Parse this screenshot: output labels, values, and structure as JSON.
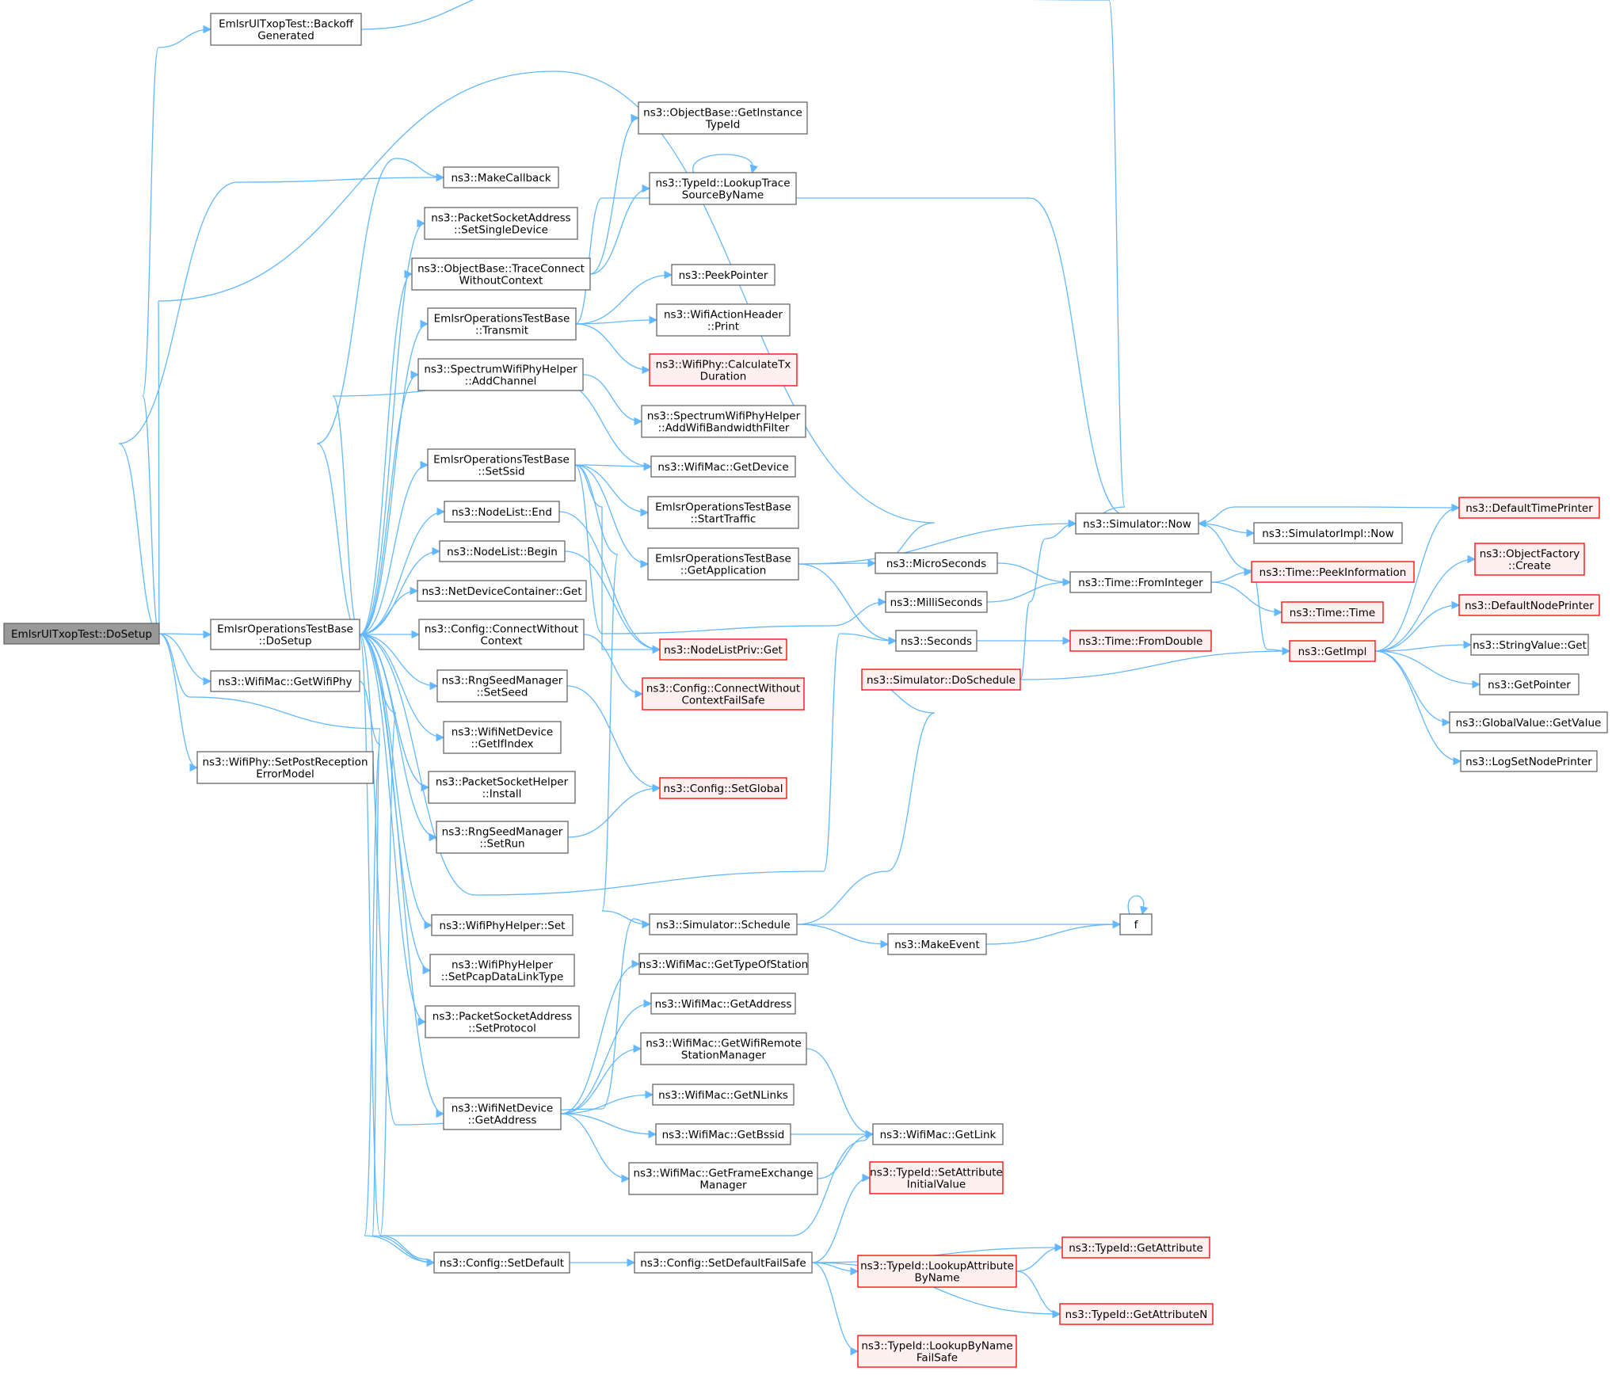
{
  "colors": {
    "edge": "#63b8ff",
    "node_border": "#666666",
    "node_fill": "#ffffff",
    "root_fill": "#999999",
    "root_border": "#666666",
    "truncated_border": "#ff0000",
    "truncated_fill": "#fff0f0"
  },
  "nodes": [
    {
      "id": "root",
      "lines": [
        "EmlsrUlTxopTest::DoSetup"
      ],
      "style": "root"
    },
    {
      "id": "backoff",
      "lines": [
        "EmlsrUlTxopTest::Backoff",
        "Generated"
      ],
      "style": "normal"
    },
    {
      "id": "base_dosetup",
      "lines": [
        "EmlsrOperationsTestBase",
        "::DoSetup"
      ],
      "style": "normal"
    },
    {
      "id": "getwifiphy",
      "lines": [
        "ns3::WifiMac::GetWifiPhy"
      ],
      "style": "normal"
    },
    {
      "id": "setpostrecep",
      "lines": [
        "ns3::WifiPhy::SetPostReception",
        "ErrorModel"
      ],
      "style": "normal"
    },
    {
      "id": "makecallback",
      "lines": [
        "ns3::MakeCallback"
      ],
      "style": "normal"
    },
    {
      "id": "pktsock_single",
      "lines": [
        "ns3::PacketSocketAddress",
        "::SetSingleDevice"
      ],
      "style": "normal"
    },
    {
      "id": "traceconnect",
      "lines": [
        "ns3::ObjectBase::TraceConnect",
        "WithoutContext"
      ],
      "style": "normal"
    },
    {
      "id": "transmit",
      "lines": [
        "EmlsrOperationsTestBase",
        "::Transmit"
      ],
      "style": "normal"
    },
    {
      "id": "addchannel",
      "lines": [
        "ns3::SpectrumWifiPhyHelper",
        "::AddChannel"
      ],
      "style": "normal"
    },
    {
      "id": "setssid",
      "lines": [
        "EmlsrOperationsTestBase",
        "::SetSsid"
      ],
      "style": "normal"
    },
    {
      "id": "nodelist_end",
      "lines": [
        "ns3::NodeList::End"
      ],
      "style": "normal"
    },
    {
      "id": "nodelist_begin",
      "lines": [
        "ns3::NodeList::Begin"
      ],
      "style": "normal"
    },
    {
      "id": "ndc_get",
      "lines": [
        "ns3::NetDeviceContainer::Get"
      ],
      "style": "normal"
    },
    {
      "id": "config_connect",
      "lines": [
        "ns3::Config::ConnectWithout",
        "Context"
      ],
      "style": "normal"
    },
    {
      "id": "rng_setseed",
      "lines": [
        "ns3::RngSeedManager",
        "::SetSeed"
      ],
      "style": "normal"
    },
    {
      "id": "wnd_getifindex",
      "lines": [
        "ns3::WifiNetDevice",
        "::GetIfIndex"
      ],
      "style": "normal"
    },
    {
      "id": "pktsock_install",
      "lines": [
        "ns3::PacketSocketHelper",
        "::Install"
      ],
      "style": "normal"
    },
    {
      "id": "rng_setrun",
      "lines": [
        "ns3::RngSeedManager",
        "::SetRun"
      ],
      "style": "normal"
    },
    {
      "id": "wifiphyhelper_set",
      "lines": [
        "ns3::WifiPhyHelper::Set"
      ],
      "style": "normal"
    },
    {
      "id": "setpcap",
      "lines": [
        "ns3::WifiPhyHelper",
        "::SetPcapDataLinkType"
      ],
      "style": "normal"
    },
    {
      "id": "pktsock_proto",
      "lines": [
        "ns3::PacketSocketAddress",
        "::SetProtocol"
      ],
      "style": "normal"
    },
    {
      "id": "wnd_getaddress",
      "lines": [
        "ns3::WifiNetDevice",
        "::GetAddress"
      ],
      "style": "normal"
    },
    {
      "id": "config_setdefault",
      "lines": [
        "ns3::Config::SetDefault"
      ],
      "style": "normal"
    },
    {
      "id": "getinstancetypeid",
      "lines": [
        "ns3::ObjectBase::GetInstance",
        "TypeId"
      ],
      "style": "normal"
    },
    {
      "id": "lookuptrace",
      "lines": [
        "ns3::TypeId::LookupTrace",
        "SourceByName"
      ],
      "style": "normal"
    },
    {
      "id": "peekpointer",
      "lines": [
        "ns3::PeekPointer"
      ],
      "style": "normal"
    },
    {
      "id": "actionheader_print",
      "lines": [
        "ns3::WifiActionHeader",
        "::Print"
      ],
      "style": "normal"
    },
    {
      "id": "calctxduration",
      "lines": [
        "ns3::WifiPhy::CalculateTx",
        "Duration"
      ],
      "style": "truncated"
    },
    {
      "id": "addbwfilter",
      "lines": [
        "ns3::SpectrumWifiPhyHelper",
        "::AddWifiBandwidthFilter"
      ],
      "style": "normal"
    },
    {
      "id": "mac_getdevice",
      "lines": [
        "ns3::WifiMac::GetDevice"
      ],
      "style": "normal"
    },
    {
      "id": "starttraffic",
      "lines": [
        "EmlsrOperationsTestBase",
        "::StartTraffic"
      ],
      "style": "normal"
    },
    {
      "id": "getapplication",
      "lines": [
        "EmlsrOperationsTestBase",
        "::GetApplication"
      ],
      "style": "normal"
    },
    {
      "id": "nodelistpriv_get",
      "lines": [
        "ns3::NodeListPriv::Get"
      ],
      "style": "truncated"
    },
    {
      "id": "connectfailsafe",
      "lines": [
        "ns3::Config::ConnectWithout",
        "ContextFailSafe"
      ],
      "style": "truncated"
    },
    {
      "id": "setglobal",
      "lines": [
        "ns3::Config::SetGlobal"
      ],
      "style": "truncated"
    },
    {
      "id": "schedule",
      "lines": [
        "ns3::Simulator::Schedule"
      ],
      "style": "normal"
    },
    {
      "id": "gettypeofstation",
      "lines": [
        "ns3::WifiMac::GetTypeOfStation"
      ],
      "style": "normal"
    },
    {
      "id": "mac_getaddress",
      "lines": [
        "ns3::WifiMac::GetAddress"
      ],
      "style": "normal"
    },
    {
      "id": "getremotemgr",
      "lines": [
        "ns3::WifiMac::GetWifiRemote",
        "StationManager"
      ],
      "style": "normal"
    },
    {
      "id": "getnlinks",
      "lines": [
        "ns3::WifiMac::GetNLinks"
      ],
      "style": "normal"
    },
    {
      "id": "getbssid",
      "lines": [
        "ns3::WifiMac::GetBssid"
      ],
      "style": "normal"
    },
    {
      "id": "getfem",
      "lines": [
        "ns3::WifiMac::GetFrameExchange",
        "Manager"
      ],
      "style": "normal"
    },
    {
      "id": "setdefaultfailsafe",
      "lines": [
        "ns3::Config::SetDefaultFailSafe"
      ],
      "style": "normal"
    },
    {
      "id": "sim_now",
      "lines": [
        "ns3::Simulator::Now"
      ],
      "style": "normal"
    },
    {
      "id": "microseconds",
      "lines": [
        "ns3::MicroSeconds"
      ],
      "style": "normal"
    },
    {
      "id": "milliseconds",
      "lines": [
        "ns3::MilliSeconds"
      ],
      "style": "normal"
    },
    {
      "id": "seconds",
      "lines": [
        "ns3::Seconds"
      ],
      "style": "normal"
    },
    {
      "id": "doschedule",
      "lines": [
        "ns3::Simulator::DoSchedule"
      ],
      "style": "truncated"
    },
    {
      "id": "f",
      "lines": [
        "f"
      ],
      "style": "normal"
    },
    {
      "id": "makeevent",
      "lines": [
        "ns3::MakeEvent"
      ],
      "style": "normal"
    },
    {
      "id": "getlink",
      "lines": [
        "ns3::WifiMac::GetLink"
      ],
      "style": "normal"
    },
    {
      "id": "setattrinit",
      "lines": [
        "ns3::TypeId::SetAttribute",
        "InitialValue"
      ],
      "style": "truncated"
    },
    {
      "id": "lookupattr",
      "lines": [
        "ns3::TypeId::LookupAttribute",
        "ByName"
      ],
      "style": "truncated"
    },
    {
      "id": "lookupbyname",
      "lines": [
        "ns3::TypeId::LookupByName",
        "FailSafe"
      ],
      "style": "truncated"
    },
    {
      "id": "getattribute",
      "lines": [
        "ns3::TypeId::GetAttribute"
      ],
      "style": "truncated"
    },
    {
      "id": "getattributen",
      "lines": [
        "ns3::TypeId::GetAttributeN"
      ],
      "style": "truncated"
    },
    {
      "id": "simimpl_now",
      "lines": [
        "ns3::SimulatorImpl::Now"
      ],
      "style": "normal"
    },
    {
      "id": "fromint",
      "lines": [
        "ns3::Time::FromInteger"
      ],
      "style": "normal"
    },
    {
      "id": "fromdouble",
      "lines": [
        "ns3::Time::FromDouble"
      ],
      "style": "truncated"
    },
    {
      "id": "getimpl",
      "lines": [
        "ns3::GetImpl"
      ],
      "style": "truncated"
    },
    {
      "id": "peekinfo",
      "lines": [
        "ns3::Time::PeekInformation"
      ],
      "style": "truncated"
    },
    {
      "id": "time_time",
      "lines": [
        "ns3::Time::Time"
      ],
      "style": "truncated"
    },
    {
      "id": "deftimeprinter",
      "lines": [
        "ns3::DefaultTimePrinter"
      ],
      "style": "truncated"
    },
    {
      "id": "objfactory_create",
      "lines": [
        "ns3::ObjectFactory",
        "::Create"
      ],
      "style": "truncated"
    },
    {
      "id": "defnodeprinter",
      "lines": [
        "ns3::DefaultNodePrinter"
      ],
      "style": "truncated"
    },
    {
      "id": "stringvalue_get",
      "lines": [
        "ns3::StringValue::Get"
      ],
      "style": "normal"
    },
    {
      "id": "getpointer",
      "lines": [
        "ns3::GetPointer"
      ],
      "style": "normal"
    },
    {
      "id": "globalvalue_get",
      "lines": [
        "ns3::GlobalValue::GetValue"
      ],
      "style": "normal"
    },
    {
      "id": "logsetnodeprinter",
      "lines": [
        "ns3::LogSetNodePrinter"
      ],
      "style": "normal"
    }
  ],
  "edges": [
    [
      "root",
      "backoff"
    ],
    [
      "root",
      "makecallback"
    ],
    [
      "root",
      "microseconds"
    ],
    [
      "root",
      "base_dosetup"
    ],
    [
      "root",
      "getwifiphy"
    ],
    [
      "root",
      "setpostrecep"
    ],
    [
      "root",
      "config_setdefault"
    ],
    [
      "backoff",
      "sim_now"
    ],
    [
      "base_dosetup",
      "makecallback"
    ],
    [
      "base_dosetup",
      "pktsock_single"
    ],
    [
      "base_dosetup",
      "traceconnect"
    ],
    [
      "base_dosetup",
      "transmit"
    ],
    [
      "base_dosetup",
      "addchannel"
    ],
    [
      "base_dosetup",
      "mac_getdevice"
    ],
    [
      "base_dosetup",
      "setssid"
    ],
    [
      "base_dosetup",
      "nodelist_end"
    ],
    [
      "base_dosetup",
      "nodelist_begin"
    ],
    [
      "base_dosetup",
      "ndc_get"
    ],
    [
      "base_dosetup",
      "config_connect"
    ],
    [
      "base_dosetup",
      "rng_setseed"
    ],
    [
      "base_dosetup",
      "wnd_getifindex"
    ],
    [
      "base_dosetup",
      "pktsock_install"
    ],
    [
      "base_dosetup",
      "rng_setrun"
    ],
    [
      "base_dosetup",
      "seconds"
    ],
    [
      "base_dosetup",
      "wifiphyhelper_set"
    ],
    [
      "base_dosetup",
      "setpcap"
    ],
    [
      "base_dosetup",
      "pktsock_proto"
    ],
    [
      "base_dosetup",
      "schedule"
    ],
    [
      "base_dosetup",
      "wnd_getaddress"
    ],
    [
      "base_dosetup",
      "getlink"
    ],
    [
      "base_dosetup",
      "config_setdefault"
    ],
    [
      "getwifiphy",
      "config_setdefault"
    ],
    [
      "traceconnect",
      "getinstancetypeid"
    ],
    [
      "traceconnect",
      "lookuptrace"
    ],
    [
      "lookuptrace",
      "lookuptrace"
    ],
    [
      "transmit",
      "sim_now"
    ],
    [
      "transmit",
      "peekpointer"
    ],
    [
      "transmit",
      "actionheader_print"
    ],
    [
      "transmit",
      "calctxduration"
    ],
    [
      "addchannel",
      "addbwfilter"
    ],
    [
      "setssid",
      "mac_getdevice"
    ],
    [
      "setssid",
      "starttraffic"
    ],
    [
      "setssid",
      "getapplication"
    ],
    [
      "setssid",
      "milliseconds"
    ],
    [
      "setssid",
      "schedule"
    ],
    [
      "setssid",
      "nodelistpriv_get"
    ],
    [
      "nodelist_end",
      "nodelistpriv_get"
    ],
    [
      "nodelist_begin",
      "nodelistpriv_get"
    ],
    [
      "config_connect",
      "connectfailsafe"
    ],
    [
      "rng_setseed",
      "setglobal"
    ],
    [
      "rng_setrun",
      "setglobal"
    ],
    [
      "getapplication",
      "sim_now"
    ],
    [
      "getapplication",
      "microseconds"
    ],
    [
      "getapplication",
      "seconds"
    ],
    [
      "wnd_getaddress",
      "gettypeofstation"
    ],
    [
      "wnd_getaddress",
      "mac_getaddress"
    ],
    [
      "wnd_getaddress",
      "getremotemgr"
    ],
    [
      "wnd_getaddress",
      "getnlinks"
    ],
    [
      "wnd_getaddress",
      "getbssid"
    ],
    [
      "wnd_getaddress",
      "getfem"
    ],
    [
      "getremotemgr",
      "getlink"
    ],
    [
      "getbssid",
      "getlink"
    ],
    [
      "getfem",
      "getlink"
    ],
    [
      "config_setdefault",
      "setdefaultfailsafe"
    ],
    [
      "setdefaultfailsafe",
      "setattrinit"
    ],
    [
      "setdefaultfailsafe",
      "getattribute"
    ],
    [
      "setdefaultfailsafe",
      "lookupattr"
    ],
    [
      "setdefaultfailsafe",
      "getattributen"
    ],
    [
      "setdefaultfailsafe",
      "lookupbyname"
    ],
    [
      "lookupattr",
      "getattribute"
    ],
    [
      "lookupattr",
      "getattributen"
    ],
    [
      "schedule",
      "doschedule"
    ],
    [
      "schedule",
      "f"
    ],
    [
      "schedule",
      "makeevent"
    ],
    [
      "makeevent",
      "f"
    ],
    [
      "f",
      "f"
    ],
    [
      "microseconds",
      "fromint"
    ],
    [
      "milliseconds",
      "fromint"
    ],
    [
      "seconds",
      "fromdouble"
    ],
    [
      "doschedule",
      "sim_now"
    ],
    [
      "doschedule",
      "getimpl"
    ],
    [
      "sim_now",
      "simimpl_now"
    ],
    [
      "sim_now",
      "getimpl"
    ],
    [
      "fromint",
      "peekinfo"
    ],
    [
      "fromint",
      "time_time"
    ],
    [
      "getimpl",
      "deftimeprinter"
    ],
    [
      "getimpl",
      "objfactory_create"
    ],
    [
      "getimpl",
      "defnodeprinter"
    ],
    [
      "getimpl",
      "stringvalue_get"
    ],
    [
      "getimpl",
      "getpointer"
    ],
    [
      "getimpl",
      "globalvalue_get"
    ],
    [
      "getimpl",
      "logsetnodeprinter"
    ],
    [
      "deftimeprinter",
      "sim_now"
    ]
  ]
}
